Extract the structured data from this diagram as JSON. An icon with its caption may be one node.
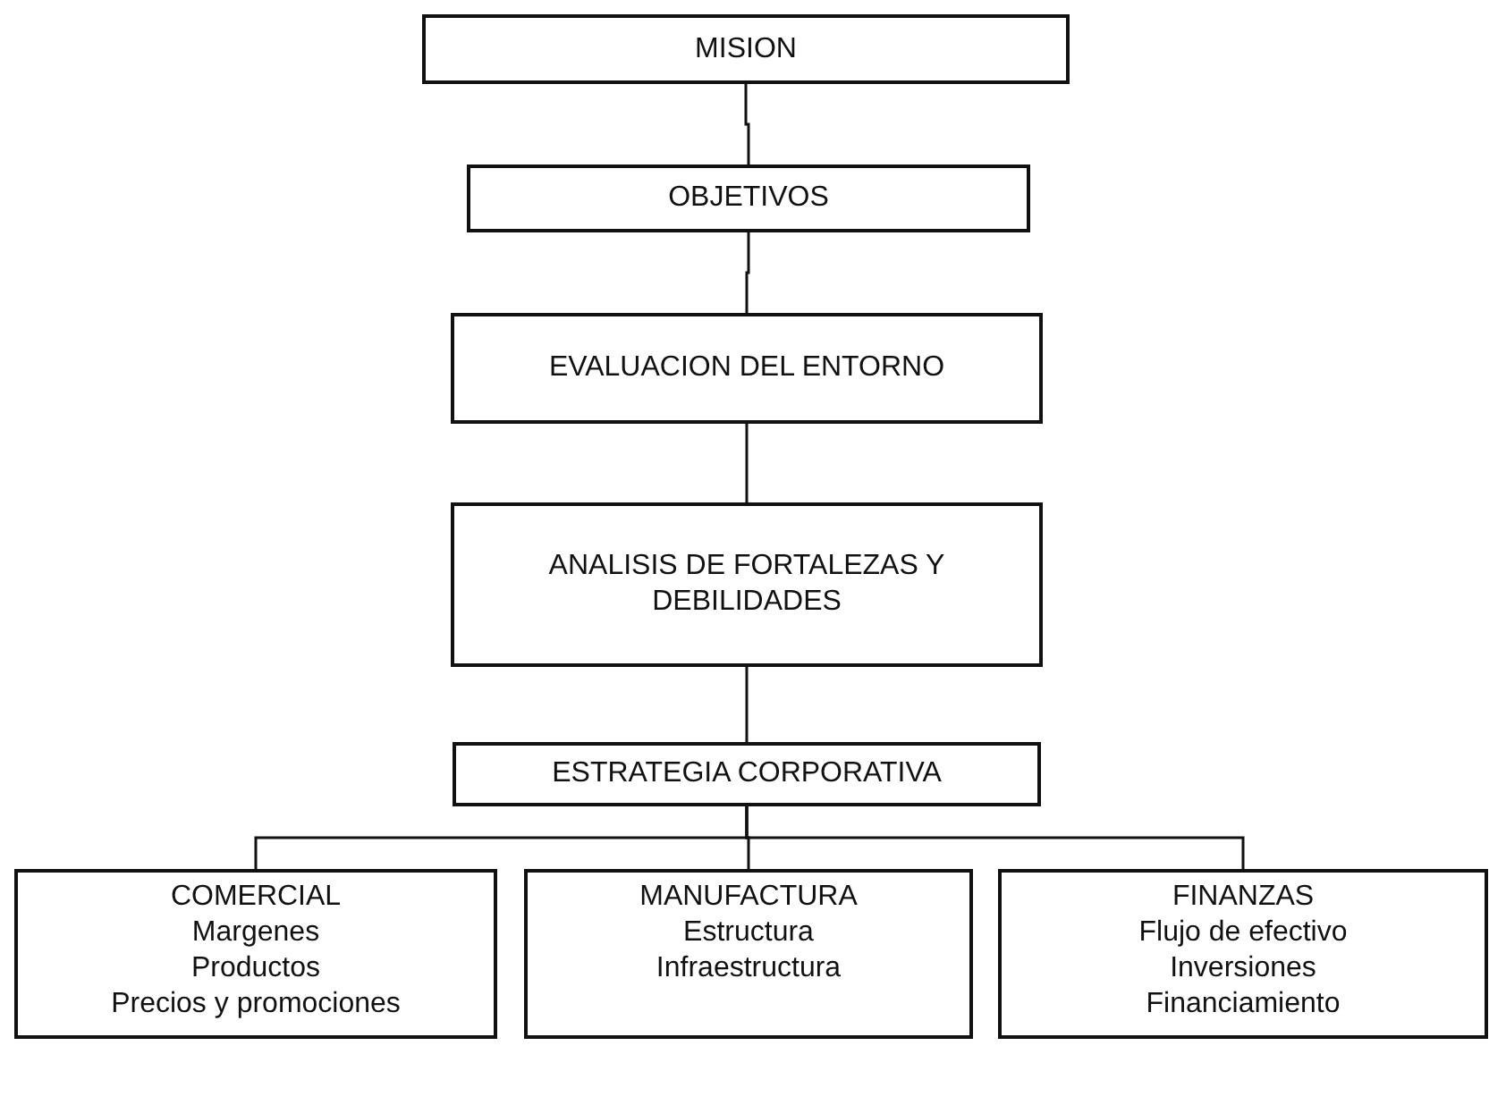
{
  "diagram": {
    "nodes": [
      {
        "text": [
          "MISION"
        ]
      },
      {
        "text": [
          "OBJETIVOS"
        ]
      },
      {
        "text": [
          "EVALUACION DEL ENTORNO"
        ]
      },
      {
        "text": [
          "ANALISIS DE FORTALEZAS Y DEBILIDADES"
        ]
      },
      {
        "text": [
          "ESTRATEGIA CORPORATIVA"
        ]
      },
      {
        "text": [
          "COMERCIAL",
          "Margenes",
          "Productos",
          "Precios y promociones"
        ]
      },
      {
        "text": [
          "MANUFACTURA",
          "Estructura",
          "Infraestructura"
        ]
      },
      {
        "text": [
          "FINANZAS",
          "Flujo de efectivo",
          "Inversiones",
          "Financiamiento"
        ]
      }
    ],
    "edges": [
      {
        "from": 0,
        "to": 1,
        "arrow": "none"
      },
      {
        "from": 1,
        "to": 2,
        "arrow": "none"
      },
      {
        "from": 2,
        "to": 3,
        "arrow": "none"
      },
      {
        "from": 3,
        "to": 4,
        "arrow": "none"
      },
      {
        "from": 4,
        "to": 5,
        "arrow": "none"
      },
      {
        "from": 4,
        "to": 6,
        "arrow": "none"
      },
      {
        "from": 4,
        "to": 7,
        "arrow": "none"
      }
    ]
  }
}
